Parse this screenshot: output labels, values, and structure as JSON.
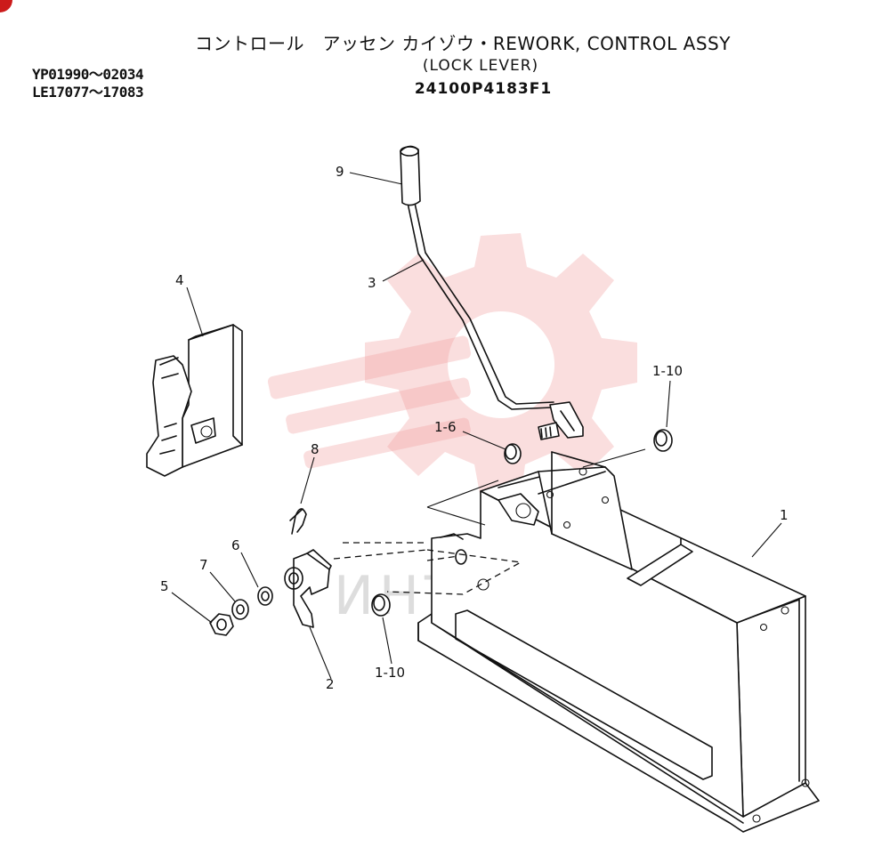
{
  "header": {
    "title_line1": "コントロール　アッセン カイゾウ・REWORK, CONTROL ASSY",
    "title_line2": "(LOCK LEVER)",
    "part_number": "24100P4183F1"
  },
  "serials": [
    "YP01990～02034",
    "LE17077～17083"
  ],
  "callouts": {
    "c1": "1",
    "c1_10a": "1-10",
    "c1_10b": "1-10",
    "c1_6": "1-6",
    "c2": "2",
    "c3": "3",
    "c4": "4",
    "c5": "5",
    "c6": "6",
    "c7": "7",
    "c8": "8",
    "c9": "9"
  },
  "watermark": {
    "text": "ИНТЕХ",
    "color": "#e53935"
  }
}
